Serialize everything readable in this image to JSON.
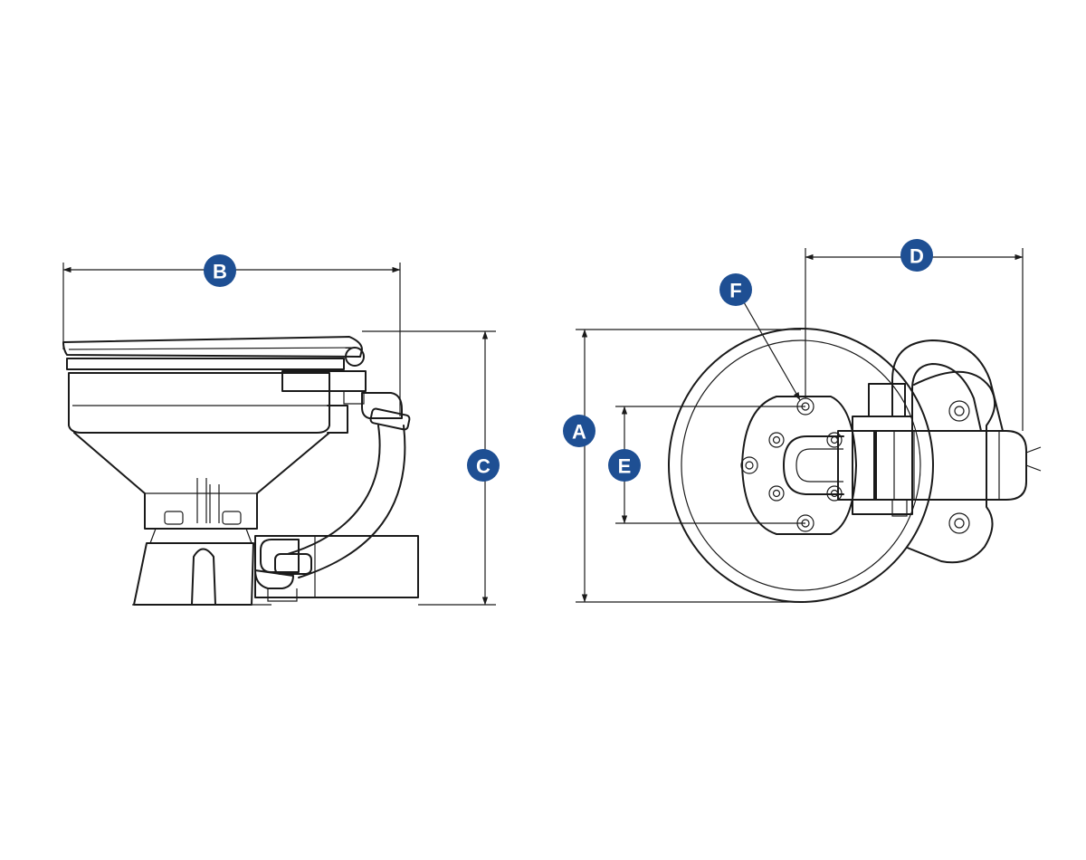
{
  "labels": {
    "a": "A",
    "b": "B",
    "c": "C",
    "d": "D",
    "e": "E",
    "f": "F"
  },
  "colors": {
    "badge": "#1e4f93",
    "line": "#1a1a1a",
    "background": "#ffffff"
  }
}
